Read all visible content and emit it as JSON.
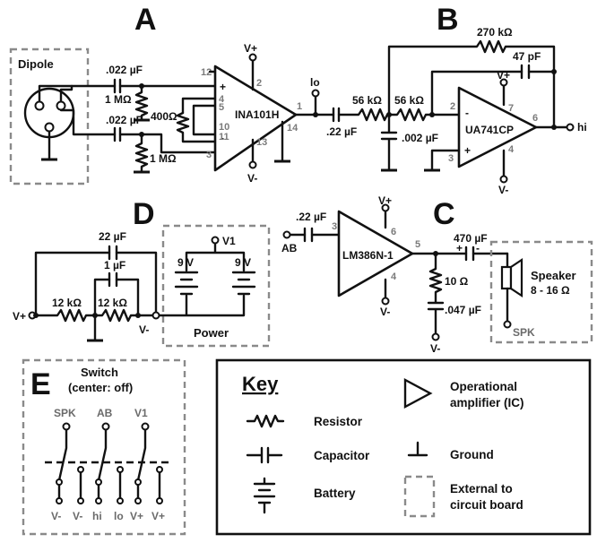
{
  "sections": {
    "a": "A",
    "b": "B",
    "c": "C",
    "d": "D",
    "e": "E"
  },
  "section_a": {
    "dipole_label": "Dipole",
    "cap_top": ".022 µF",
    "cap_bottom": ".022 µF",
    "res_top": "1 MΩ",
    "res_bottom": "1 MΩ",
    "res_gain": "400Ω",
    "ic_label": "INA101H",
    "v_plus": "V+",
    "v_minus": "V-",
    "output_label": "lo",
    "pins": {
      "p12": "12",
      "p4": "4",
      "p5": "5",
      "p10": "10",
      "p11": "11",
      "p3": "3",
      "p2": "2",
      "p1": "1",
      "p14": "14",
      "p13": "13"
    },
    "pin_plus": "+",
    "pin_minus": "-"
  },
  "section_b": {
    "res_feedback": "270 kΩ",
    "cap_feedback": "47 pF",
    "res_in1": "56 kΩ",
    "res_in2": "56 kΩ",
    "cap_coupling": ".22 µF",
    "cap_filter": ".002 µF",
    "ic_label": "UA741CP",
    "v_plus": "V+",
    "v_minus": "V-",
    "output_label": "hi",
    "pins": {
      "p2": "2",
      "p3": "3",
      "p7": "7",
      "p6": "6",
      "p4": "4"
    },
    "pin_minus": "-",
    "pin_plus": "+"
  },
  "section_c": {
    "input_label": "AB",
    "cap_in": ".22 µF",
    "ic_label": "LM386N-1",
    "v_plus": "V+",
    "v_minus": "V-",
    "pins": {
      "p3": "3",
      "p6": "6",
      "p5": "5",
      "p4": "4"
    },
    "cap_out": "470 µF",
    "cap_plus": "+",
    "cap_minus": "-",
    "res_out": "10 Ω",
    "cap_filter": ".047 µF",
    "speaker_label": "Speaker",
    "speaker_range": "8 - 16 Ω",
    "spk_label": "SPK"
  },
  "section_d": {
    "cap_large": "22 µF",
    "cap_small": "1 µF",
    "res_left": "12 kΩ",
    "res_right": "12 kΩ",
    "v_plus": "V+",
    "v_minus": "V-",
    "power_node": "V1",
    "battery_left": "9 V",
    "battery_right": "9 V",
    "power_label": "Power"
  },
  "section_e": {
    "title": "Switch",
    "subtitle": "(center: off)",
    "top_labels": [
      "SPK",
      "AB",
      "V1"
    ],
    "bottom_labels": [
      "V-",
      "V-",
      "hi",
      "lo",
      "V+",
      "V+"
    ]
  },
  "key": {
    "title": "Key",
    "resistor": "Resistor",
    "capacitor": "Capacitor",
    "battery": "Battery",
    "opamp_line1": "Operational",
    "opamp_line2": "amplifier (IC)",
    "ground": "Ground",
    "external_line1": "External to",
    "external_line2": "circuit board"
  }
}
